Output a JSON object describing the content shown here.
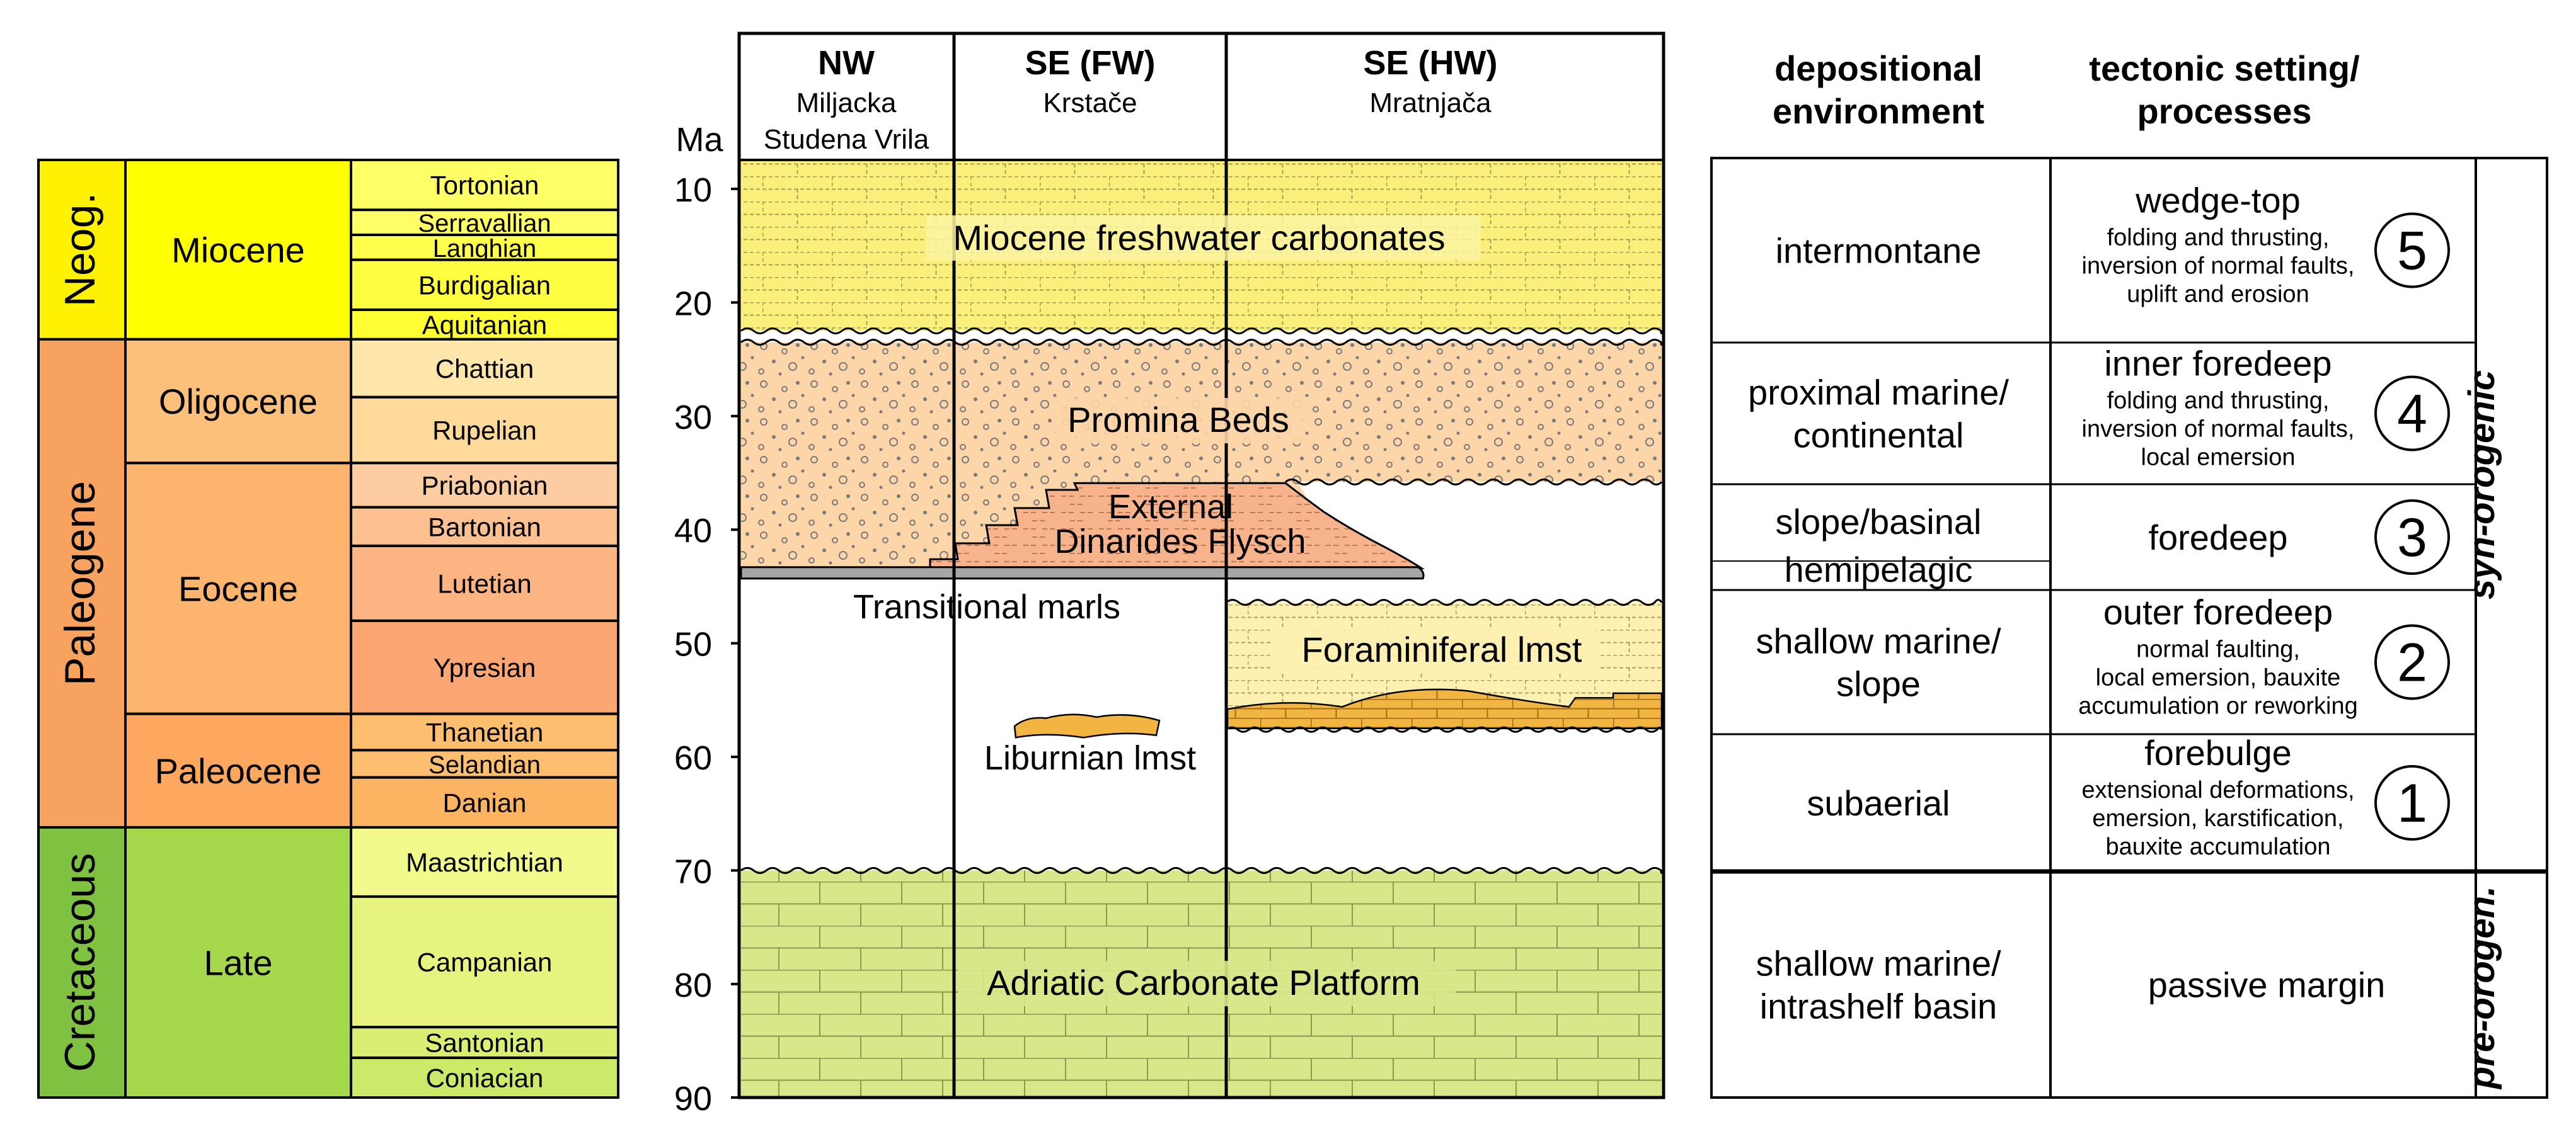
{
  "colors": {
    "neogene": "#fff200",
    "paleogene": "#f7a35f",
    "cretaceous": "#7fc241",
    "miocene": "#ffff00",
    "oligocene": "#fdc07a",
    "eocene": "#fdb46c",
    "paleocene": "#fda75f",
    "late_cretaceous": "#a6d84e",
    "miocene_carbonates": "#f9ef7a",
    "promina": "#fcd5a8",
    "flysch": "#f7b38c",
    "foraminiferal": "#fdf0b0",
    "liburnian": "#f3b542",
    "adriatic": "#d6e88a",
    "gray_layer": "#a6a6a6"
  },
  "timescale": {
    "eras": [
      {
        "label": "Neog.",
        "top": 7.2,
        "bottom": 23.0,
        "color": "#fff200"
      },
      {
        "label": "Paleogene",
        "top": 23.0,
        "bottom": 66.0,
        "color": "#f7a35f"
      },
      {
        "label": "Cretaceous",
        "top": 66.0,
        "bottom": 89.8,
        "color": "#7fc241"
      }
    ],
    "epochs": [
      {
        "label": "Miocene",
        "top": 7.2,
        "bottom": 23.0,
        "color": "#ffff00"
      },
      {
        "label": "Oligocene",
        "top": 23.0,
        "bottom": 33.9,
        "color": "#fdc07a"
      },
      {
        "label": "Eocene",
        "top": 33.9,
        "bottom": 56.0,
        "color": "#fdb46c"
      },
      {
        "label": "Paleocene",
        "top": 56.0,
        "bottom": 66.0,
        "color": "#fda75f"
      },
      {
        "label": "Late",
        "top": 66.0,
        "bottom": 89.8,
        "color": "#a6d84e"
      }
    ],
    "stages": [
      {
        "label": "Tortonian",
        "top": 7.2,
        "bottom": 11.6,
        "color": "#ffff66"
      },
      {
        "label": "Serravallian",
        "top": 11.6,
        "bottom": 13.8,
        "color": "#ffff66"
      },
      {
        "label": "Langhian",
        "top": 13.8,
        "bottom": 16.0,
        "color": "#ffff4d"
      },
      {
        "label": "Burdigalian",
        "top": 16.0,
        "bottom": 20.4,
        "color": "#ffff41"
      },
      {
        "label": "Aquitanian",
        "top": 20.4,
        "bottom": 23.0,
        "color": "#ffff33"
      },
      {
        "label": "Chattian",
        "top": 23.0,
        "bottom": 28.1,
        "color": "#fee6aa"
      },
      {
        "label": "Rupelian",
        "top": 28.1,
        "bottom": 33.9,
        "color": "#fed99a"
      },
      {
        "label": "Priabonian",
        "top": 33.9,
        "bottom": 37.8,
        "color": "#fdcda1"
      },
      {
        "label": "Bartonian",
        "top": 37.8,
        "bottom": 41.2,
        "color": "#fdc091"
      },
      {
        "label": "Lutetian",
        "top": 41.2,
        "bottom": 47.8,
        "color": "#fcb482"
      },
      {
        "label": "Ypresian",
        "top": 47.8,
        "bottom": 56.0,
        "color": "#fca773"
      },
      {
        "label": "Thanetian",
        "top": 56.0,
        "bottom": 59.2,
        "color": "#fdbf6f"
      },
      {
        "label": "Selandian",
        "top": 59.2,
        "bottom": 61.6,
        "color": "#fdbf6f"
      },
      {
        "label": "Danian",
        "top": 61.6,
        "bottom": 66.0,
        "color": "#fdb462"
      },
      {
        "label": "Maastrichtian",
        "top": 66.0,
        "bottom": 72.1,
        "color": "#f2fa8c"
      },
      {
        "label": "Campanian",
        "top": 72.1,
        "bottom": 83.6,
        "color": "#e6f47f"
      },
      {
        "label": "Santonian",
        "top": 83.6,
        "bottom": 86.3,
        "color": "#d9ef74"
      },
      {
        "label": "Coniacian",
        "top": 86.3,
        "bottom": 89.8,
        "color": "#ccea69"
      }
    ]
  },
  "columns": {
    "nw": {
      "title": "NW",
      "sub1": "Miljacka",
      "sub2": "Studena Vrila"
    },
    "se_fw": {
      "title": "SE (FW)",
      "sub1": "Krstače"
    },
    "se_hw": {
      "title": "SE (HW)",
      "sub1": "Mratnjača"
    }
  },
  "axis": {
    "unit": "Ma",
    "ticks": [
      10,
      20,
      30,
      40,
      50,
      60,
      70,
      80,
      90
    ],
    "min": 7.2,
    "max": 90
  },
  "units": {
    "miocene": "Miocene freshwater carbonates",
    "promina": "Promina Beds",
    "flysch_1": "External",
    "flysch_2": "Dinarides Flysch",
    "transitional": "Transitional marls",
    "foraminiferal": "Foraminiferal lmst",
    "liburnian": "Liburnian lmst",
    "adriatic": "Adriatic Carbonate Platform"
  },
  "right_table": {
    "header_env_1": "depositional",
    "header_env_2": "environment",
    "header_tec_1": "tectonic setting/",
    "header_tec_2": "processes",
    "phase_syn": "syn-orogenic",
    "phase_pre": "pre-orogen.",
    "rows": [
      {
        "env": [
          "intermontane"
        ],
        "title": "wedge-top",
        "details": [
          "folding and thrusting,",
          "inversion of normal faults,",
          "uplift and erosion"
        ],
        "num": "5"
      },
      {
        "env": [
          "proximal marine/",
          "continental"
        ],
        "title": "inner foredeep",
        "details": [
          "folding and thrusting,",
          "inversion of normal faults,",
          "local emersion"
        ],
        "num": "4"
      },
      {
        "env": [
          "slope/basinal",
          "hemipelagic"
        ],
        "title": "foredeep",
        "details": [],
        "num": "3"
      },
      {
        "env": [
          "shallow marine/",
          "slope"
        ],
        "title": "outer foredeep",
        "details": [
          "normal faulting,",
          "local emersion, bauxite",
          "accumulation or reworking"
        ],
        "num": "2"
      },
      {
        "env": [
          "subaerial"
        ],
        "title": "forebulge",
        "details": [
          "extensional deformations,",
          "emersion, karstification,",
          "bauxite accumulation"
        ],
        "num": "1"
      },
      {
        "env": [
          "shallow marine/",
          "intrashelf basin"
        ],
        "title": "passive margin",
        "details": [],
        "num": ""
      }
    ]
  }
}
